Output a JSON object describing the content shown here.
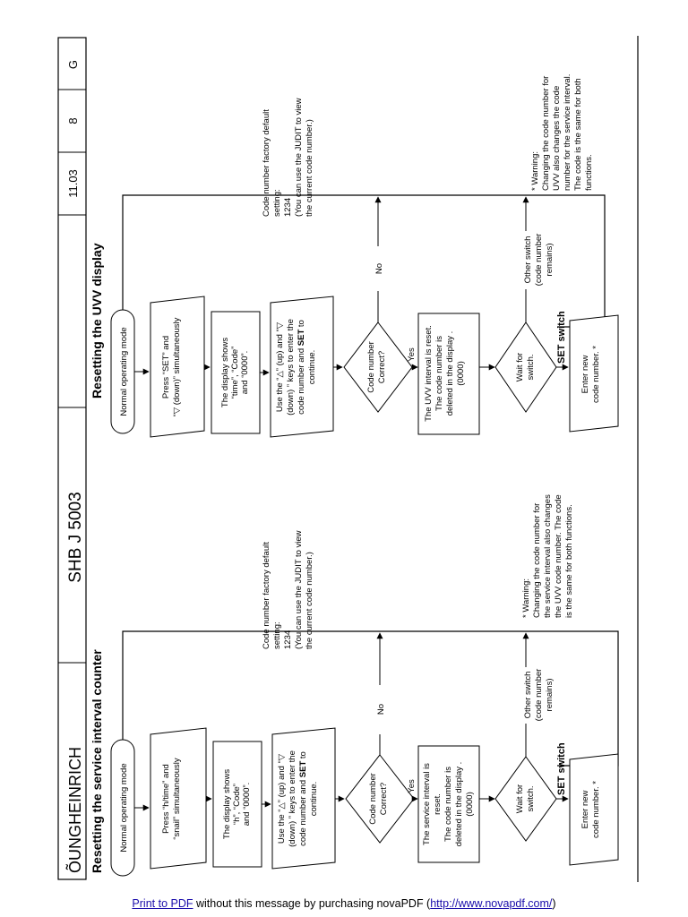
{
  "header": {
    "brand": "ÕUNGHEINRICH",
    "doc_code": "SHB J 5003",
    "date": "11.03",
    "page": "8",
    "rev": "G"
  },
  "sections": {
    "service": {
      "title": "Resetting the service interval counter",
      "normal_mode": "Normal operating mode",
      "step1": [
        "Press “h/time” and",
        "“snail” simultaneously"
      ],
      "step2": [
        "The display shows",
        "“h”, “Code”",
        "and “0000”."
      ],
      "step3": [
        "Use the “△” (up) and “▽",
        "(down) ” keys to enter the",
        "code number and |SET| to",
        "continue."
      ],
      "decision": [
        "Code number",
        "Correct?"
      ],
      "yes": "Yes",
      "no": "No",
      "result": [
        "The service interval is",
        "reset.",
        "The code number is",
        "deleted in the display .",
        "(0000)"
      ],
      "wait": [
        "Wait for",
        "switch."
      ],
      "other_switch": [
        "Other switch",
        "(code number",
        "remains)"
      ],
      "set_switch": "SET switch",
      "enter_new": [
        "Enter new",
        "code number. *"
      ],
      "note": [
        "Code number factory default",
        "setting:",
        "1234",
        "(You can use the JUDIT to view",
        "the current code number.)"
      ],
      "warning": [
        "* Warning:",
        "Changing the code number for",
        "the service interval also changes",
        "the UVV code number. The code",
        "is the same for both functions."
      ]
    },
    "uvv": {
      "title": "Resetting the UVV display",
      "normal_mode": "Normal operating mode",
      "step1": [
        "Press “SET” and",
        "“▽ (down)” simultaneously"
      ],
      "step2": [
        "The display shows",
        "“time”, “Code”",
        "and “0000”."
      ],
      "step3": [
        "Use the “△” (up) and “▽",
        "(down) ” keys to enter the",
        "code number and |SET| to",
        "continue."
      ],
      "decision": [
        "Code number",
        "Correct?"
      ],
      "yes": "Yes",
      "no": "No",
      "result": [
        "The UVV interval is reset.",
        "The code number is",
        "deleted in the display .",
        "(0000)"
      ],
      "wait": [
        "Wait for",
        "switch."
      ],
      "other_switch": [
        "Other switch",
        "(code number",
        "remains)"
      ],
      "set_switch": "SET switch",
      "enter_new": [
        "Enter new",
        "code number. *"
      ],
      "note": [
        "Code number factory default",
        "setting:",
        "1234",
        "(You can use the JUDIT to view",
        "the current code number.)"
      ],
      "warning": [
        "* Warning:",
        "Changing the code number for",
        "UVV also changes the code",
        "number for the service interval.",
        "The code is the same for both",
        "functions."
      ]
    }
  },
  "footer": {
    "link1": "Print to PDF",
    "text": " without this message by purchasing novaPDF (",
    "link2": "http://www.novapdf.com/",
    "end": ")"
  }
}
